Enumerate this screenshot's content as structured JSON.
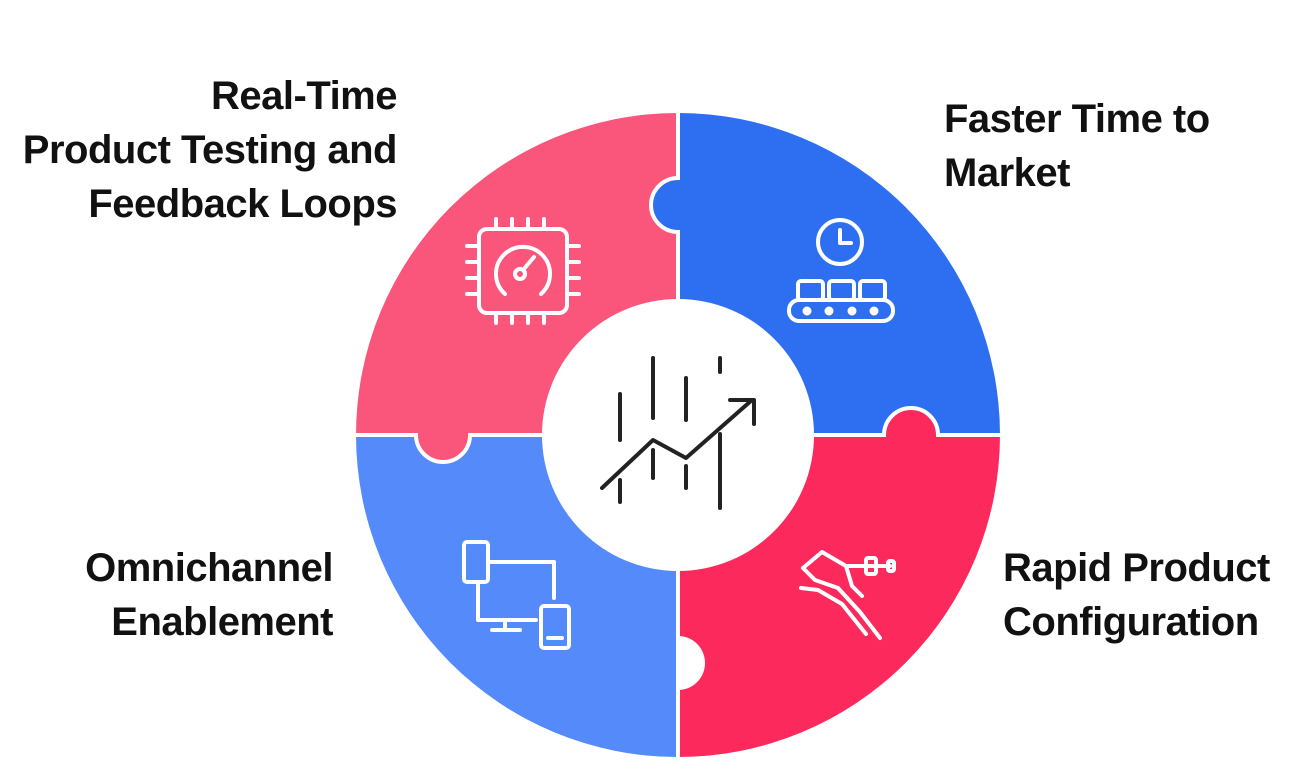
{
  "segments": [
    {
      "id": "top-left",
      "lines": [
        "Real-Time",
        "Product Testing and",
        "Feedback Loops"
      ],
      "color": "#FA567C",
      "icon": "chip-gauge-icon"
    },
    {
      "id": "top-right",
      "lines": [
        "Faster Time to",
        "Market"
      ],
      "color": "#2E6FF2",
      "icon": "clock-conveyor-icon"
    },
    {
      "id": "bottom-left",
      "lines": [
        "Omnichannel",
        "Enablement"
      ],
      "color": "#548AFA",
      "icon": "devices-icon"
    },
    {
      "id": "bottom-right",
      "lines": [
        "Rapid Product",
        "Configuration"
      ],
      "color": "#FC2A5C",
      "icon": "clamp-tool-icon"
    }
  ],
  "center": {
    "icon": "growth-chart-icon",
    "color": "#ffffff"
  }
}
